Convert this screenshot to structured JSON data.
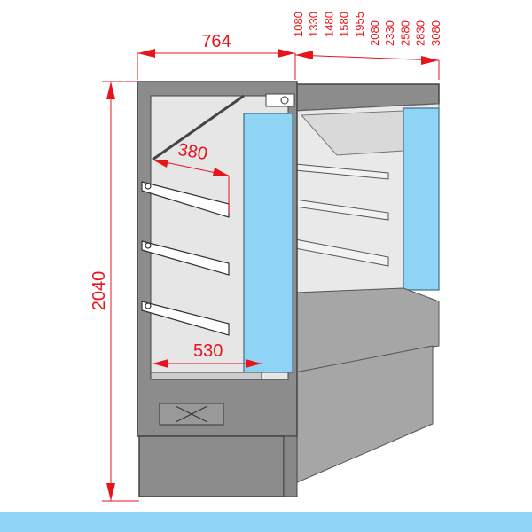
{
  "dimensions": {
    "width": "764",
    "height": "2040",
    "shelf_depth": "380",
    "base_depth": "530",
    "lengths": [
      "1080",
      "1330",
      "1480",
      "1580",
      "1955",
      "2080",
      "2330",
      "2580",
      "2830",
      "3080"
    ]
  },
  "colors": {
    "dimension": "#e8141b",
    "glass": "#8fd3f5",
    "body": "#8c8c8c",
    "footer": "#8fd3f5"
  }
}
